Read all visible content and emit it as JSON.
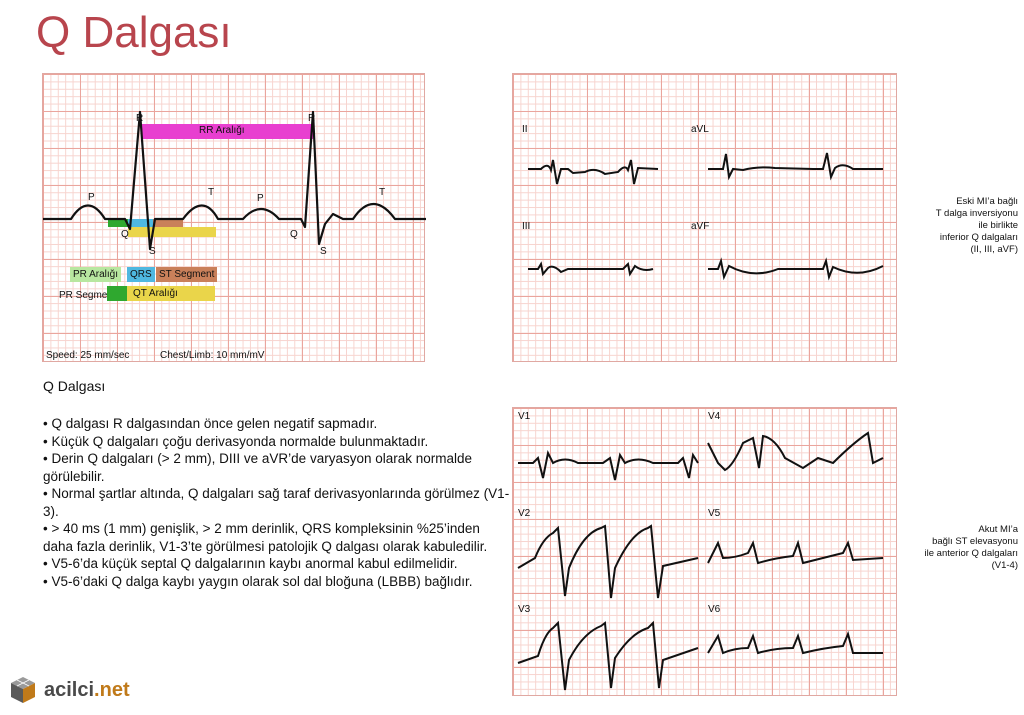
{
  "title": "Q Dalgası",
  "main_ecg": {
    "wave_labels": {
      "p1": "P",
      "q1": "Q",
      "r1": "R",
      "s1": "S",
      "t1": "T",
      "p2": "P",
      "q2": "Q",
      "r2": "R",
      "s2": "S",
      "t2": "T"
    },
    "rr_label": "RR Aralığı",
    "legend": {
      "pr_interval": "PR Aralığı",
      "qrs": "QRS",
      "st_segment": "ST Segment",
      "pr_segment": "PR Segment",
      "qt_interval": "QT Aralığı"
    },
    "speed": "Speed: 25 mm/sec",
    "gain": "Chest/Limb: 10 mm/mV",
    "colors": {
      "rr": "#e83fd0",
      "pr_interval": "#b8e7a0",
      "qrs": "#4fb8e0",
      "st_segment": "#c9805a",
      "pr_segment": "#2fa82f",
      "qt_interval": "#ead54a",
      "grid_major": "#eaa59d",
      "grid_minor": "#f7d4cf"
    }
  },
  "inferior": {
    "leads": [
      "II",
      "aVL",
      "III",
      "aVF"
    ],
    "note": [
      "Eski MI’a bağlı",
      "T dalga inversiyonu",
      "ile birlikte",
      "inferior Q dalgaları",
      "(II, III, aVF)"
    ]
  },
  "anterior": {
    "leads": [
      "V1",
      "V4",
      "V2",
      "V5",
      "V3",
      "V6"
    ],
    "note": [
      "Akut MI’a",
      "bağlı ST elevasyonu",
      "ile anterior Q dalgaları",
      "(V1-4)"
    ]
  },
  "section_title": "Q Dalgası",
  "bullets": [
    "• Q dalgası R dalgasından önce gelen negatif sapmadır.",
    "• Küçük Q dalgaları çoğu derivasyonda normalde bulunmaktadır.",
    "• Derin Q dalgaları (> 2 mm), DIII ve aVR’de varyasyon olarak normalde görülebilir.",
    "• Normal şartlar altında, Q dalgaları sağ taraf derivasyonlarında görülmez (V1-3).",
    "•  > 40 ms (1 mm) genişlik, > 2 mm derinlik, QRS kompleksinin %25’inden daha fazla derinlik, V1-3’te görülmesi patolojik Q dalgası olarak kabuledilir.",
    "• V5-6’da küçük septal Q dalgalarının kaybı anormal kabul edilmelidir.",
    "• V5-6’daki Q dalga kaybı yaygın olarak sol dal bloğuna (LBBB) bağlıdır."
  ],
  "logo": {
    "icon": "cube-logo-icon",
    "text_a": "acilci",
    "text_b": ".net"
  }
}
